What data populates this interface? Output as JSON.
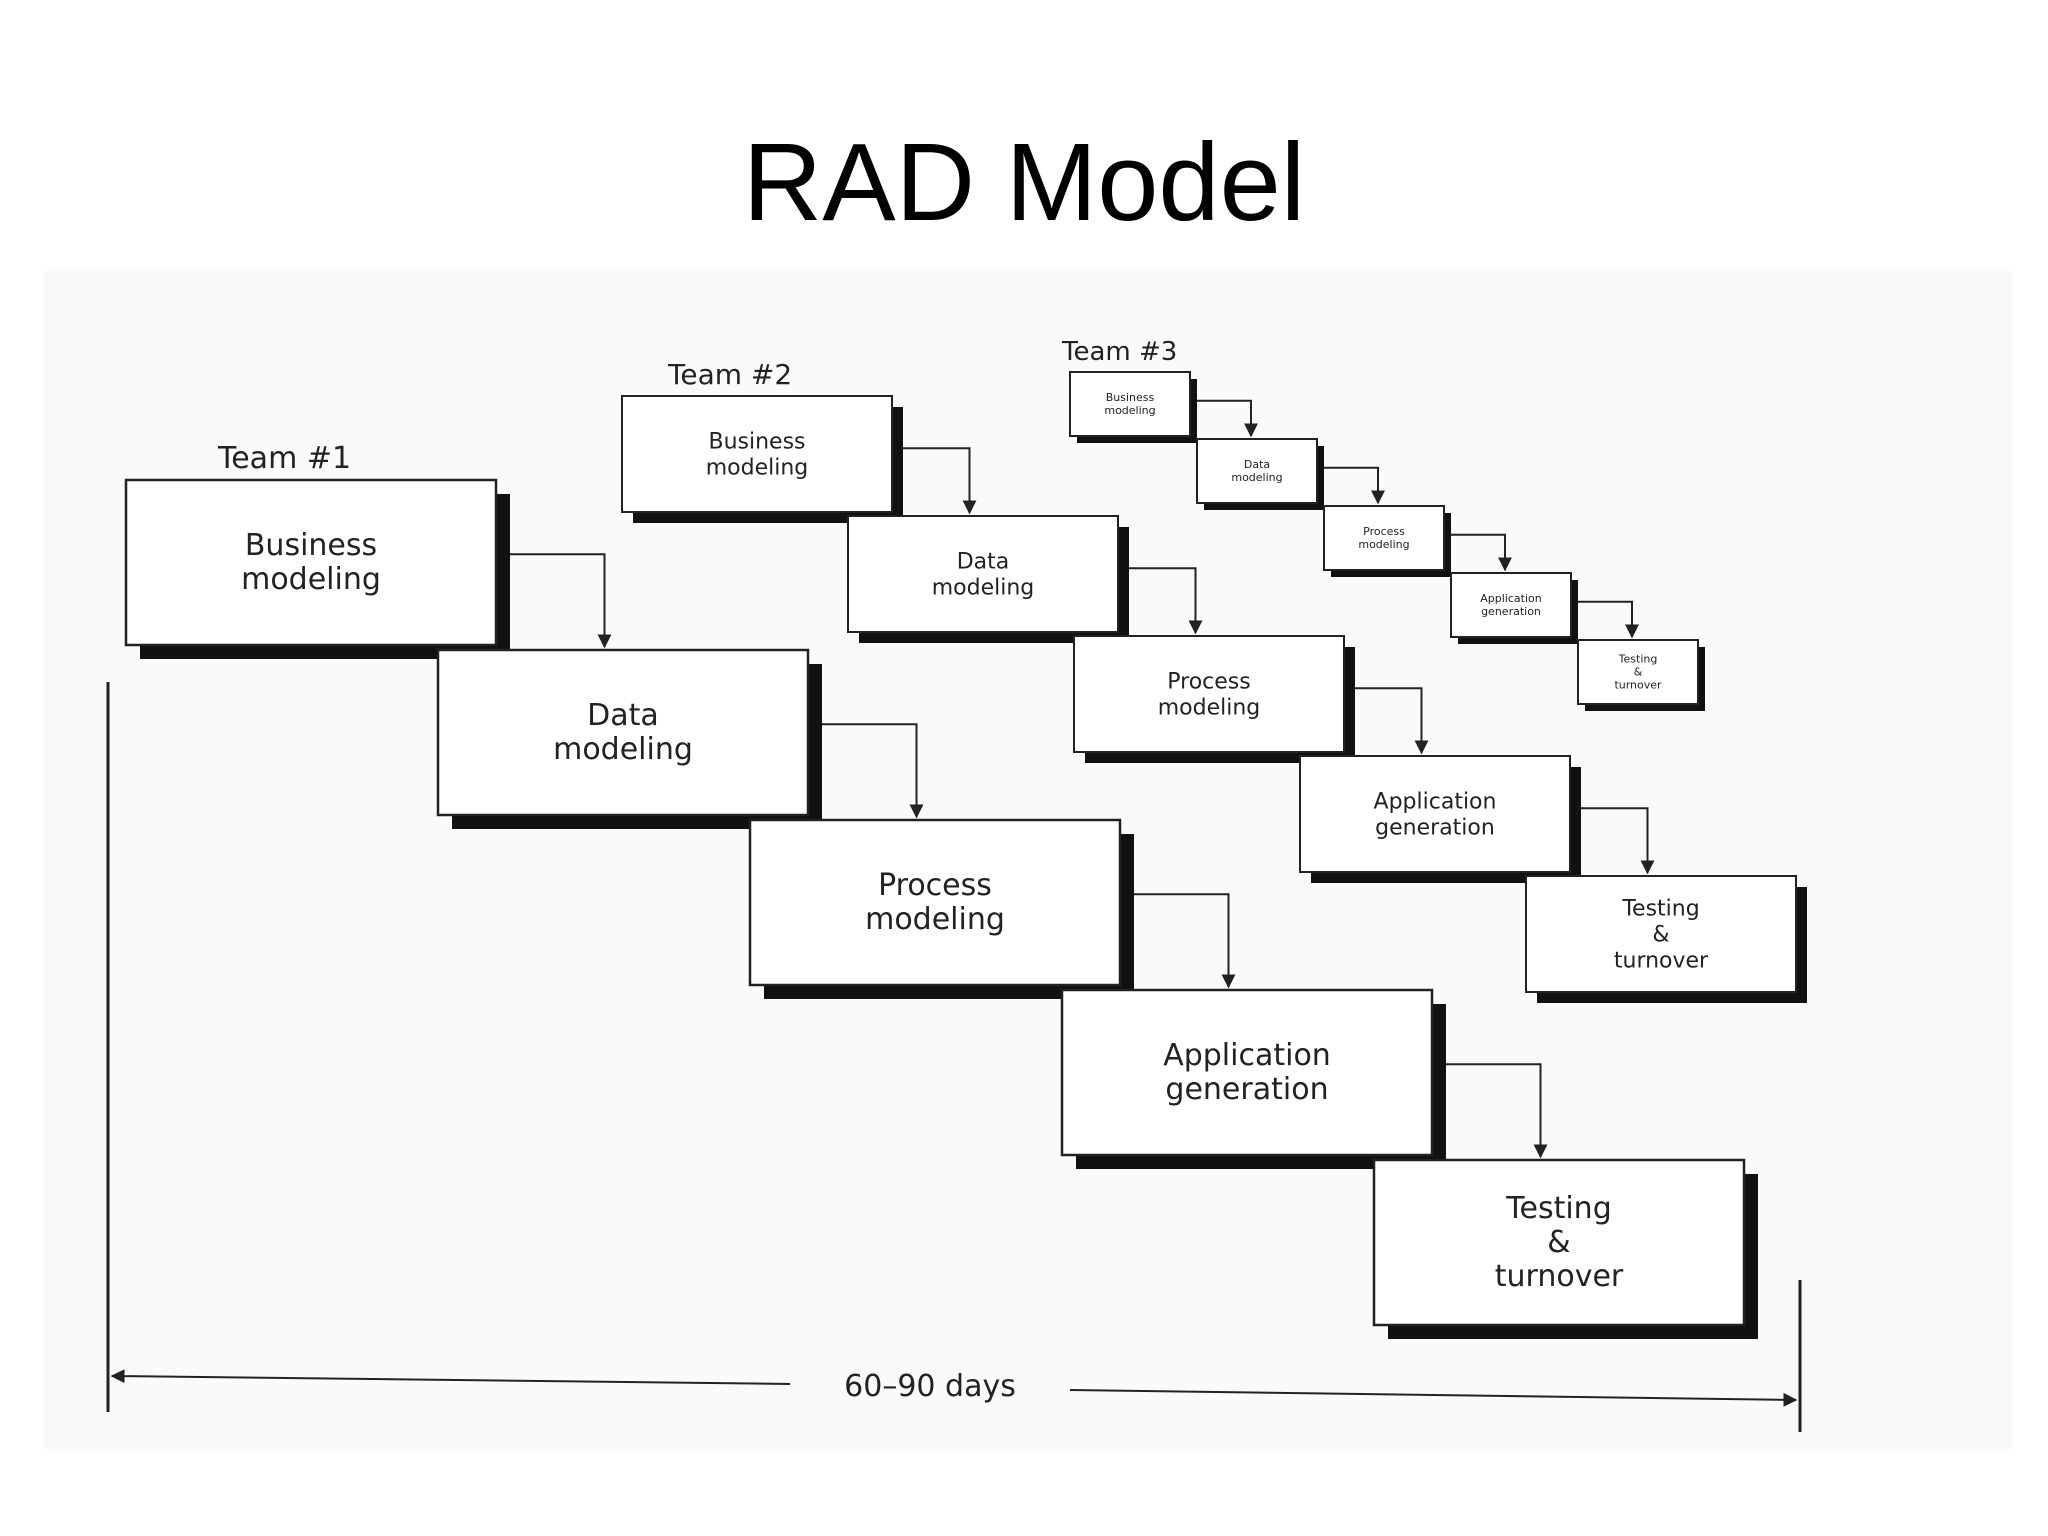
{
  "slide": {
    "title": "RAD Model"
  },
  "teams": [
    {
      "label": "Team #1",
      "phases": [
        [
          "Business",
          "modeling"
        ],
        [
          "Data",
          "modeling"
        ],
        [
          "Process",
          "modeling"
        ],
        [
          "Application",
          "generation"
        ],
        [
          "Testing",
          "&",
          "turnover"
        ]
      ]
    },
    {
      "label": "Team #2",
      "phases": [
        [
          "Business",
          "modeling"
        ],
        [
          "Data",
          "modeling"
        ],
        [
          "Process",
          "modeling"
        ],
        [
          "Application",
          "generation"
        ],
        [
          "Testing",
          "&",
          "turnover"
        ]
      ]
    },
    {
      "label": "Team #3",
      "phases": [
        [
          "Business",
          "modeling"
        ],
        [
          "Data",
          "modeling"
        ],
        [
          "Process",
          "modeling"
        ],
        [
          "Application",
          "generation"
        ],
        [
          "Testing",
          "&",
          "turnover"
        ]
      ]
    }
  ],
  "timeline": {
    "label": "60–90 days"
  }
}
